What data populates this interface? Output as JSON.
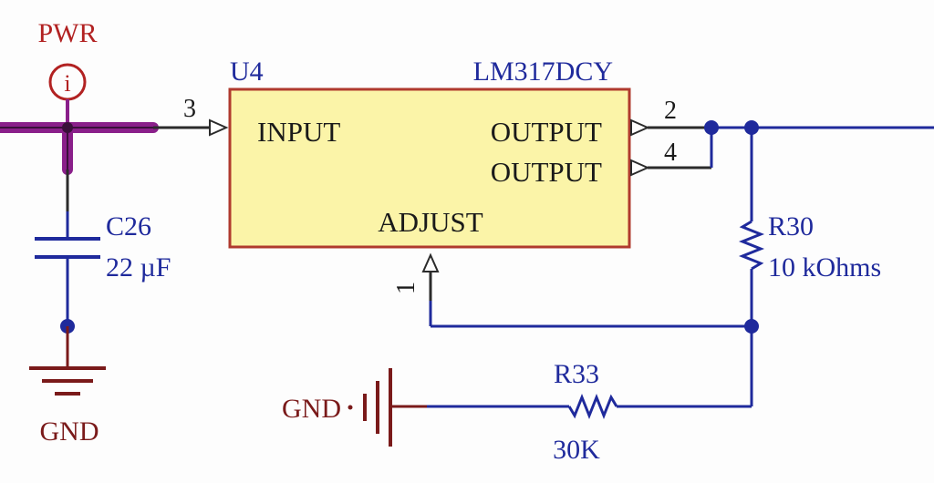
{
  "colors": {
    "background": "#fdfdfd",
    "wire": "#1f2a9c",
    "wire_dark": "#2b2b2b",
    "power_bus": "#8a1f8a",
    "power_port": "#b22222",
    "ground": "#7a1a1a",
    "ic_fill": "#fbf4a8",
    "ic_border": "#b03a2e",
    "ic_text": "#1a1a1a",
    "designator": "#1f2a9c"
  },
  "power_port": {
    "label": "PWR",
    "symbol": "i",
    "icon": "power-port-circle-icon"
  },
  "ic": {
    "ref": "U4",
    "part": "LM317DCY",
    "pins": {
      "input": {
        "name": "INPUT",
        "number": "3"
      },
      "output_a": {
        "name": "OUTPUT",
        "number": "2"
      },
      "output_b": {
        "name": "OUTPUT",
        "number": "4"
      },
      "adjust": {
        "name": "ADJUST",
        "number": "1"
      }
    }
  },
  "c26": {
    "ref": "C26",
    "value": "22 µF"
  },
  "r30": {
    "ref": "R30",
    "value": "10 kOhms"
  },
  "r33": {
    "ref": "R33",
    "value": "30K"
  },
  "gnd_left": {
    "label": "GND",
    "icon": "ground-icon"
  },
  "gnd_bottom": {
    "label": "GND",
    "icon": "ground-icon"
  }
}
